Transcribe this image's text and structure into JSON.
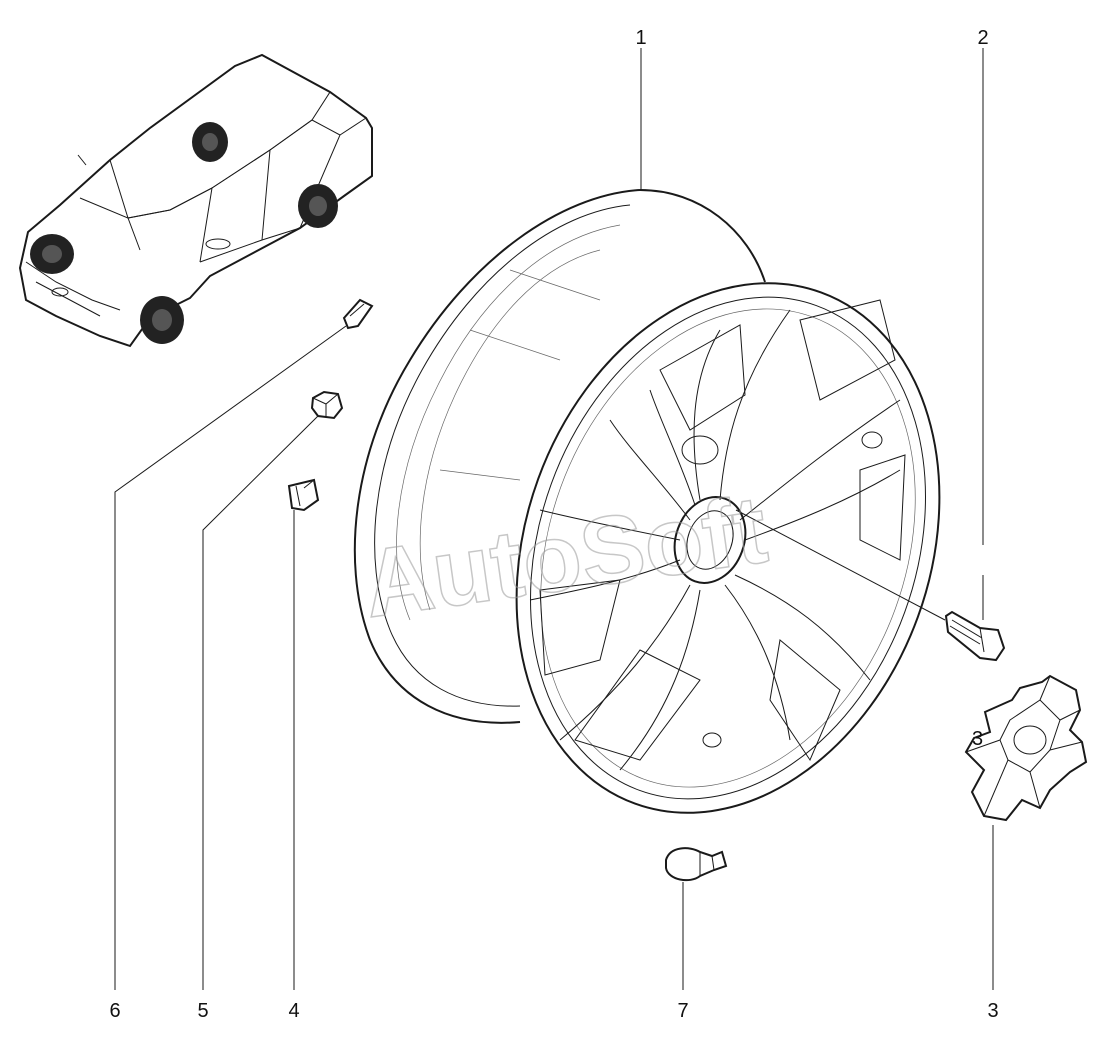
{
  "watermark": "AutoSoft",
  "callouts": [
    {
      "id": "1",
      "part": "wheel"
    },
    {
      "id": "2",
      "part": "wheel-bolt"
    },
    {
      "id": "3",
      "part": "center-cap"
    },
    {
      "id": "4",
      "part": "balance-weight"
    },
    {
      "id": "5",
      "part": "balance-weight"
    },
    {
      "id": "6",
      "part": "balance-weight"
    },
    {
      "id": "7",
      "part": "tire-valve"
    }
  ],
  "colors": {
    "line": "#1a1a1a",
    "watermark": "#9a9a9a",
    "background": "#ffffff"
  }
}
